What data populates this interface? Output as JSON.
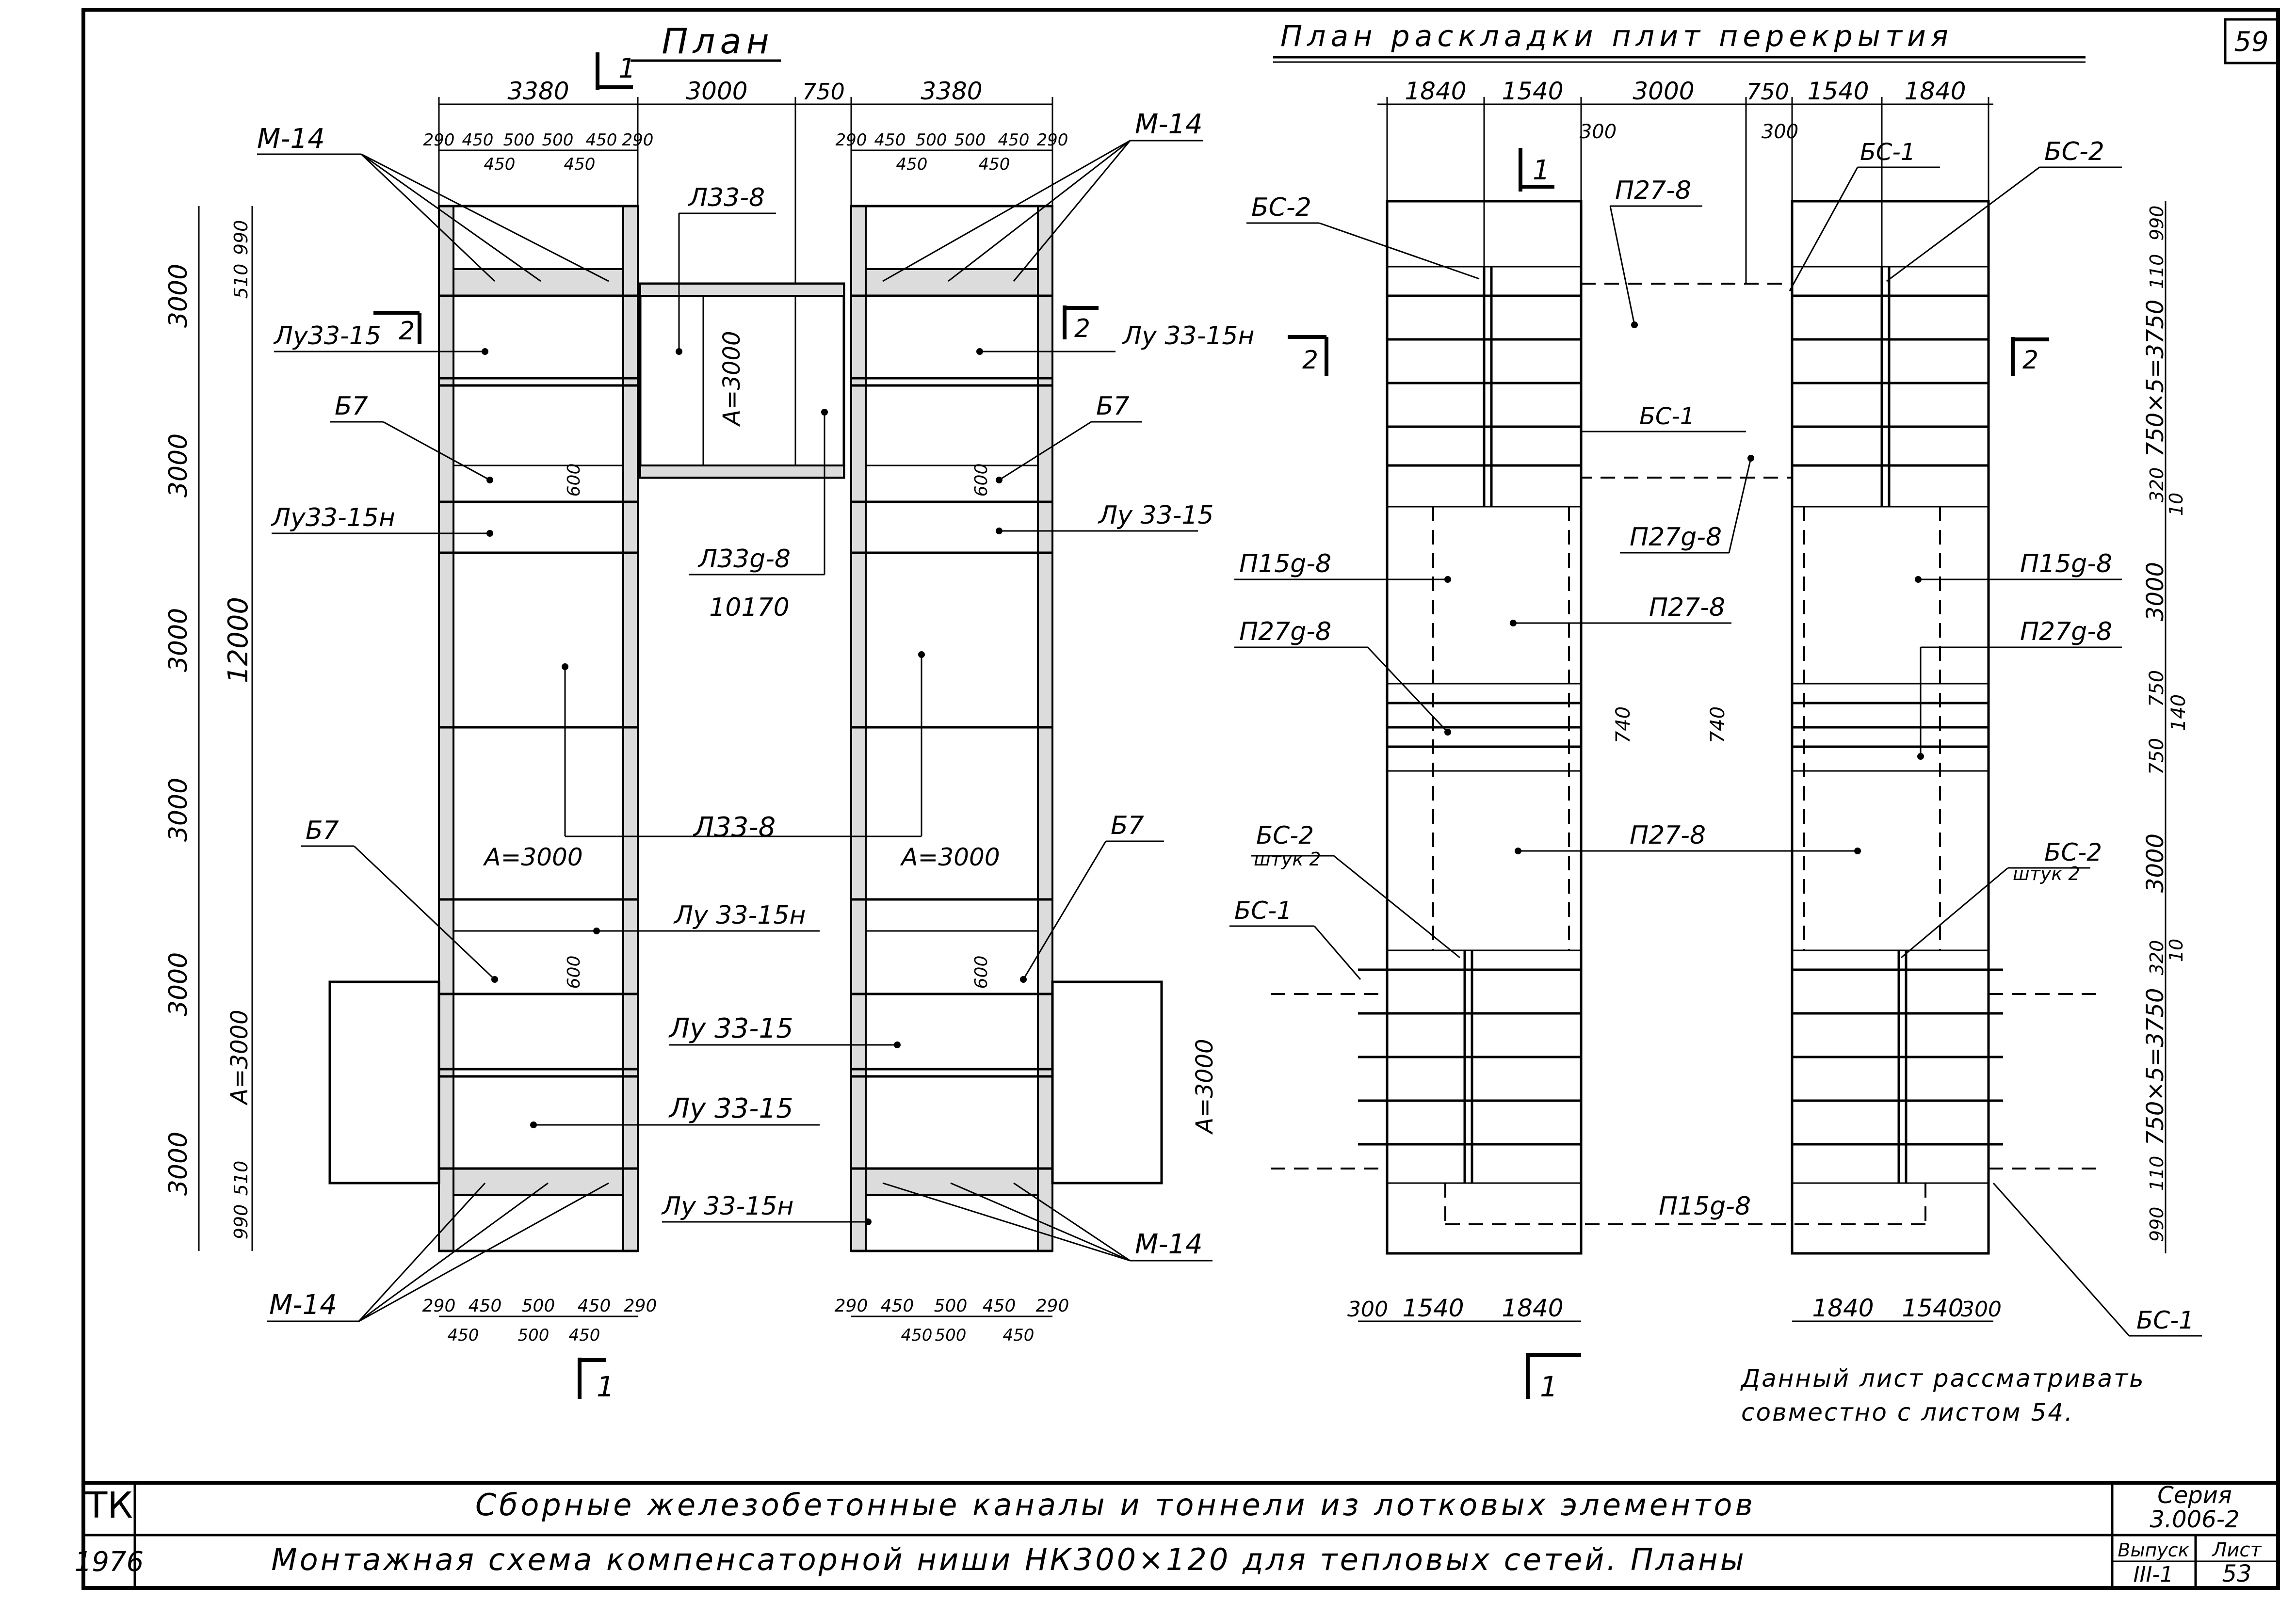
{
  "sheet": {
    "page_number": "59",
    "note_line1": "Данный лист рассматривать",
    "note_line2": "совместно с листом 54."
  },
  "left_plan": {
    "title": "План",
    "cut_1": "1",
    "cut_2": "2",
    "dims_top": [
      "3380",
      "3000",
      "750",
      "3380"
    ],
    "sub_dims_top_left": [
      "290",
      "450",
      "500",
      "500",
      "450",
      "290"
    ],
    "sub_dims_top_left_2": [
      "450",
      "450"
    ],
    "sub_dims_top_right": [
      "290",
      "450",
      "500",
      "500",
      "450",
      "290"
    ],
    "sub_dims_top_right_2": [
      "450",
      "450"
    ],
    "sub_dims_bottom_left": [
      "290",
      "450",
      "500",
      "450",
      "290"
    ],
    "sub_dims_bottom_left_2": [
      "450",
      "500",
      "450"
    ],
    "sub_dims_bottom_right": [
      "290",
      "450",
      "500",
      "450",
      "290"
    ],
    "sub_dims_bottom_right_2": [
      "450",
      "500",
      "450"
    ],
    "left_dims": [
      "3000",
      "3000",
      "3000",
      "3000",
      "3000",
      "3000"
    ],
    "left_dims_small": [
      "990",
      "510",
      "510",
      "990"
    ],
    "dim_12000": "12000",
    "dim_10170": "10170",
    "dim_a3000": "А=3000",
    "dim_600": "600",
    "labels": {
      "m14": "М-14",
      "l338": "Л33-8",
      "l33g8": "Л33g-8",
      "lu3315": "Лу33-15",
      "lu3315_b": "Лу 33-15",
      "lu3315n": "Лу 33-15н",
      "lu3315n_b": "Лу33-15н",
      "b7": "Б7"
    }
  },
  "right_plan": {
    "title": "План раскладки плит перекрытия",
    "dims_top": [
      "1840",
      "1540",
      "3000",
      "750",
      "1540",
      "1840"
    ],
    "dims_top_300": "300",
    "dims_bottom_left": [
      "300",
      "1540",
      "1840"
    ],
    "dims_bottom_right": [
      "1840",
      "1540",
      "300"
    ],
    "right_dims": [
      "110",
      "990",
      "750×5=3750",
      "320",
      "10",
      "3000",
      "750",
      "140",
      "750",
      "3000",
      "320",
      "10",
      "750×5=3750",
      "110",
      "990"
    ],
    "dim_740": "740",
    "labels": {
      "bs1": "БС-1",
      "bs2": "БС-2",
      "bs2_pcs": "БС-2",
      "pcs2": "штук 2",
      "p278": "П27-8",
      "p27g8": "П27g-8",
      "p15g8": "П15g-8"
    }
  },
  "title_block": {
    "tk": "ТК",
    "year": "1976",
    "line1": "Сборные железобетонные каналы и тоннели из лотковых элементов",
    "line2": "Монтажная схема компенсаторной ниши НК300×120 для тепловых сетей. Планы",
    "series_label": "Серия",
    "series_value": "3.006-2",
    "issue_label": "Выпуск",
    "issue_value": "III-1",
    "sheet_label": "Лист",
    "sheet_value": "53"
  }
}
